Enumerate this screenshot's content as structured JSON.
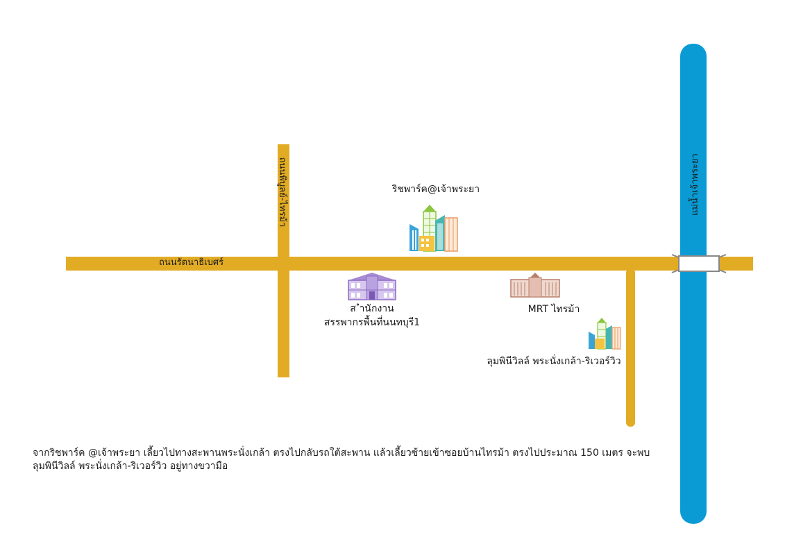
{
  "roads": {
    "main_road_label": "ถนนรัตนาธิเบศร์",
    "side_road_label": "ถนนพิบูลย์-ไทรม้า"
  },
  "river": {
    "label": "แม่น้ำเจ้าพระยา",
    "color": "#0a9bd4"
  },
  "colors": {
    "road": "#e2ab24",
    "river": "#0a9bd4",
    "bridge": "#ffffff"
  },
  "places": {
    "richpark": {
      "label": "ริชพาร์ค@เจ้าพระยา",
      "icon": "city-buildings-icon"
    },
    "tax_office": {
      "label_line1": "ส ำนักงาน",
      "label_line2": "สรรพากรพื้นที่นนทบุรี1",
      "icon": "government-building-icon"
    },
    "mrt": {
      "label": "MRT ไทรม้า",
      "icon": "station-building-icon"
    },
    "lumpini": {
      "label": "ลุมพินีวิลล์ พระนั่งเกล้า-ริเวอร์วิว",
      "icon": "city-buildings-icon"
    }
  },
  "directions": {
    "text": "จากริชพาร์ค @เจ้าพระยา เลี้ยวไปทางสะพานพระนั่งเกล้า ตรงไปกลับรถใต้สะพาน แล้วเลี้ยวซ้ายเข้าซอยบ้านไทรม้า ตรงไปประมาณ 150 เมตร จะพบ ลุมพินีวิลล์ พระนั่งเกล้า-ริเวอร์วิว อยู่ทางขวามือ"
  }
}
